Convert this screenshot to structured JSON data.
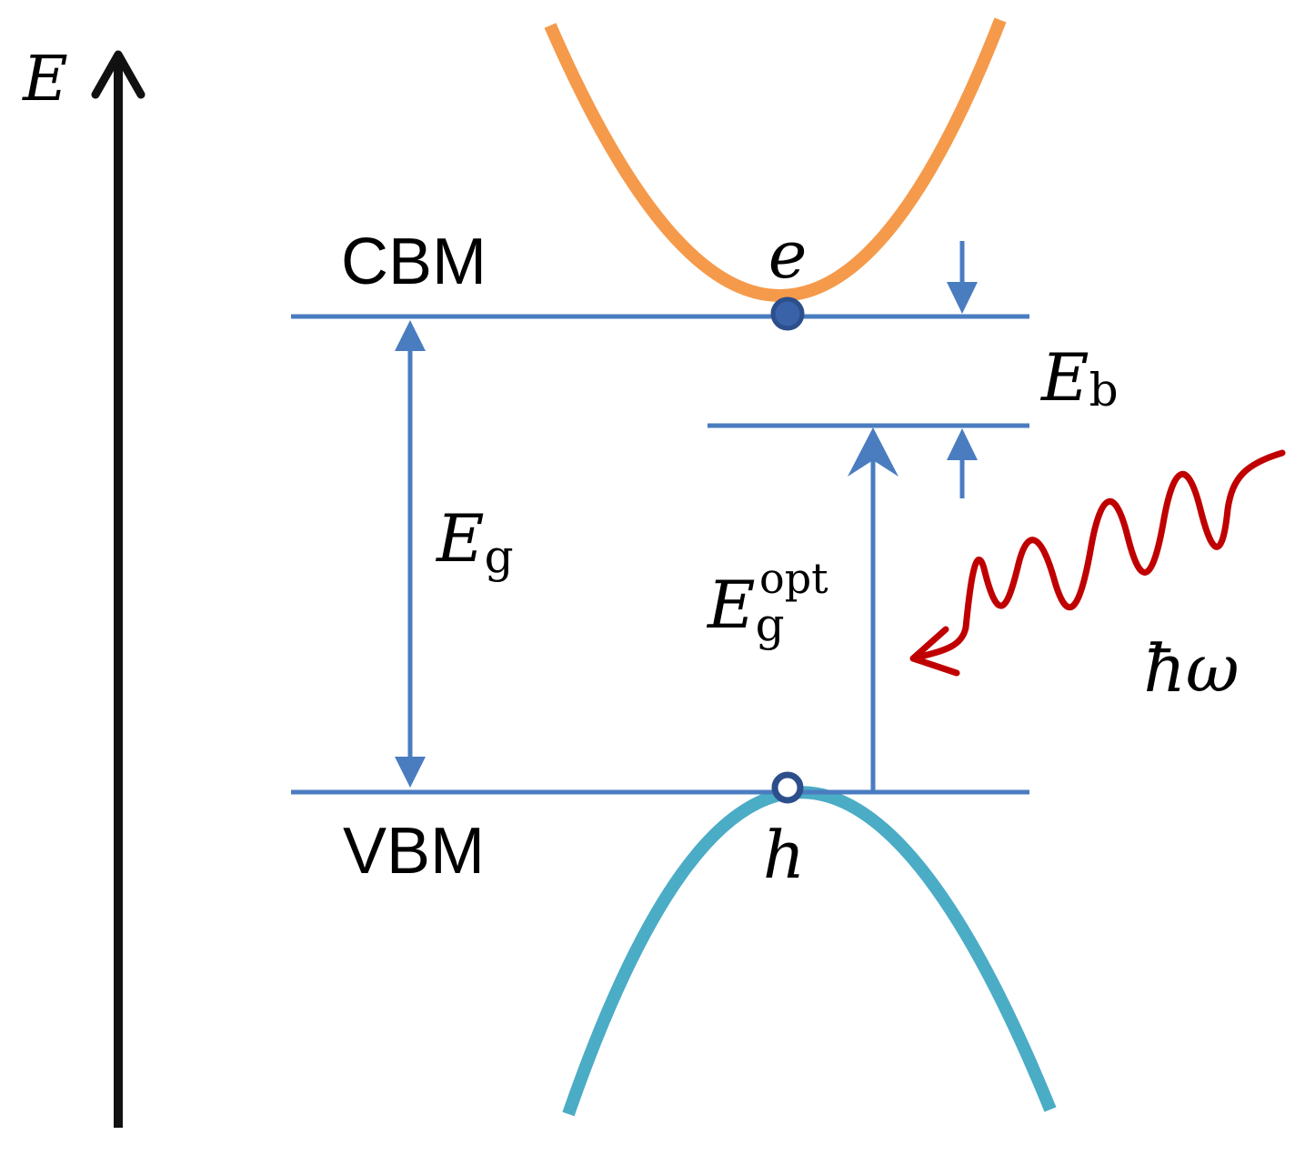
{
  "axis": {
    "label": "E"
  },
  "levels": {
    "cbm": "CBM",
    "vbm": "VBM"
  },
  "carriers": {
    "electron": "e",
    "hole": "h"
  },
  "energies": {
    "gap_symbol": "E",
    "gap_subscript": "g",
    "opt_symbol": "E",
    "opt_subscript": "g",
    "opt_superscript": "opt",
    "binding_symbol": "E",
    "binding_subscript": "b"
  },
  "photon": {
    "label": "ħω"
  },
  "colors": {
    "axis": "#111111",
    "level": "#4a7cc0",
    "conduction_band": "#f59a4b",
    "valence_band": "#4bacc6",
    "photon": "#c00000",
    "electron_fill": "#3a62a8",
    "hole_fill": "#ffffff"
  }
}
